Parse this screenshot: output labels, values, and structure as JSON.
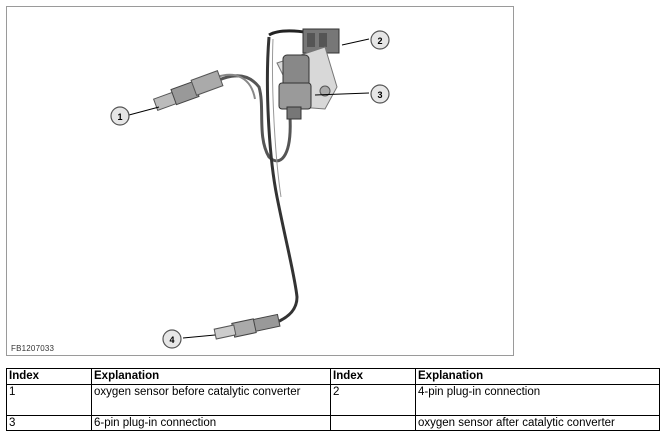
{
  "figure": {
    "id_label": "FB1207033",
    "callouts": [
      "1",
      "2",
      "3",
      "4"
    ]
  },
  "table": {
    "headers": [
      "Index",
      "Explanation",
      "Index",
      "Explanation"
    ],
    "rows": [
      [
        "1",
        "oxygen sensor before catalytic converter",
        "2",
        "4-pin plug-in connection"
      ],
      [
        "3",
        "6-pin plug-in connection",
        "",
        "oxygen sensor after catalytic converter"
      ]
    ]
  }
}
